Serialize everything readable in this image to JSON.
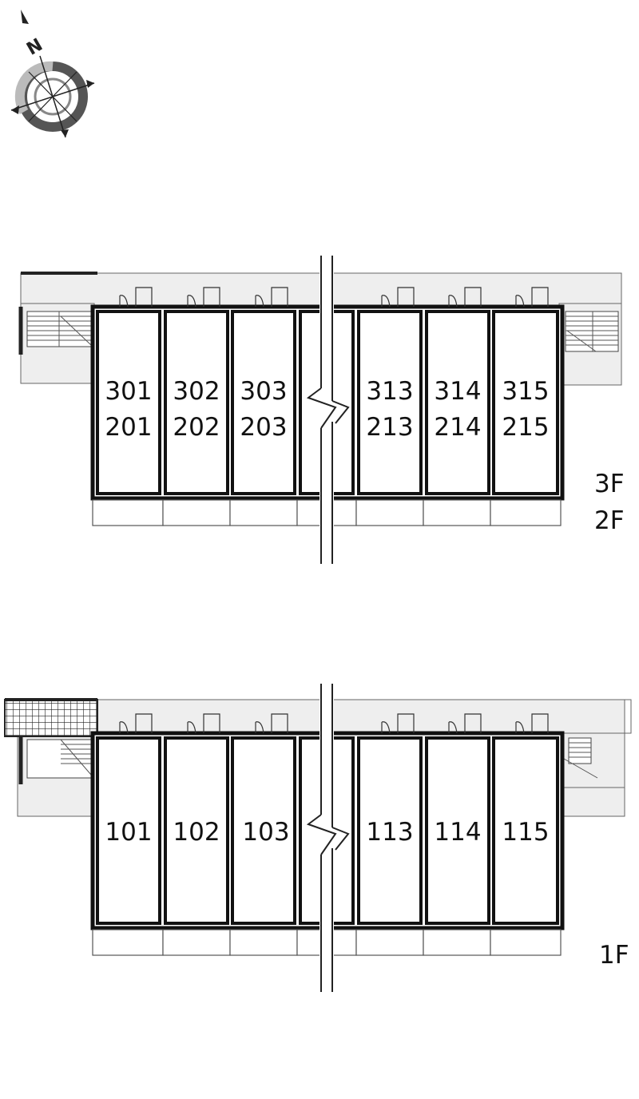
{
  "compass": {
    "north_label": "N"
  },
  "upper_block": {
    "floor_labels": [
      "3F",
      "2F"
    ],
    "units": [
      {
        "top": "301",
        "bottom": "201"
      },
      {
        "top": "302",
        "bottom": "202"
      },
      {
        "top": "303",
        "bottom": "203"
      },
      {
        "top": "313",
        "bottom": "213"
      },
      {
        "top": "314",
        "bottom": "214"
      },
      {
        "top": "315",
        "bottom": "215"
      }
    ]
  },
  "lower_block": {
    "floor_labels": [
      "1F"
    ],
    "units": [
      {
        "label": "101"
      },
      {
        "label": "102"
      },
      {
        "label": "103"
      },
      {
        "label": "113"
      },
      {
        "label": "114"
      },
      {
        "label": "115"
      }
    ]
  }
}
